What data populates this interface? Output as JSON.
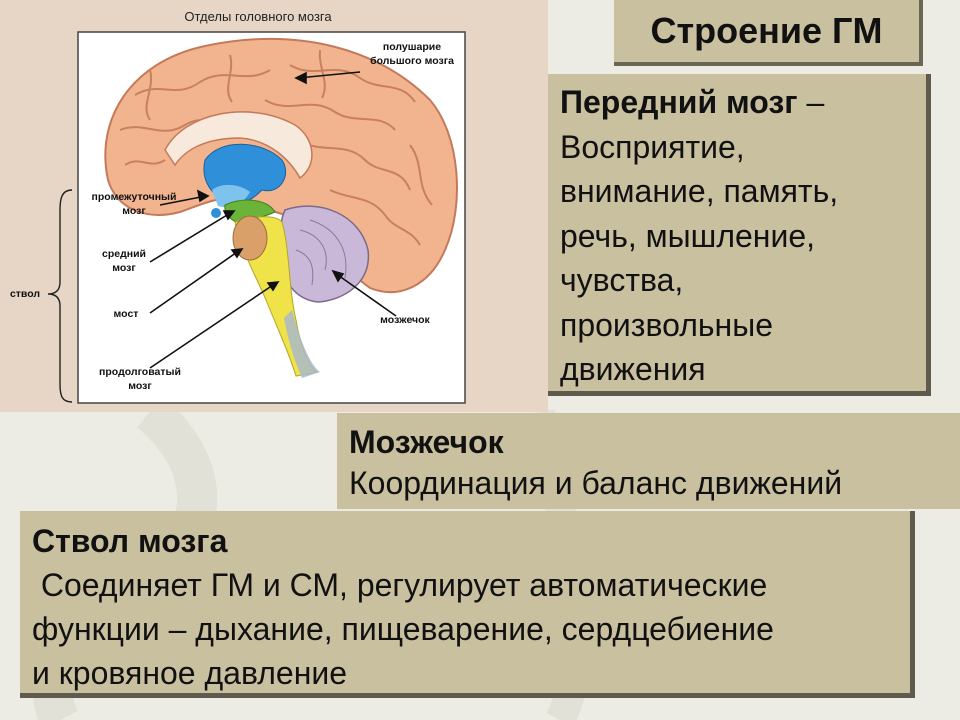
{
  "diagram": {
    "caption": "Отделы головного мозга",
    "labels": {
      "hemisphere": [
        "полушарие",
        "большого мозга"
      ],
      "diencephalon": [
        "промежуточный",
        "мозг"
      ],
      "midbrain": [
        "средний",
        "мозг"
      ],
      "pons": "мост",
      "medulla": [
        "продолговатый",
        "мозг"
      ],
      "cerebellum": "мозжечок",
      "stem": "ствол"
    },
    "colors": {
      "cortex": "#f2b48f",
      "ventricle": "#2f8fd8",
      "brainstem": "#f0e34a",
      "midbrain": "#6bb43a",
      "pons": "#d9a06a",
      "cerebellum": "#c9b8d8",
      "medulla": "#a9b8c9"
    }
  },
  "title": "Строение ГМ",
  "forebrain": {
    "heading": "Передний мозг",
    "dash": " –",
    "lines": [
      "Восприятие,",
      "внимание, память,",
      "речь, мышление,",
      "чувства,",
      "произвольные",
      "движения"
    ]
  },
  "cerebellum": {
    "heading": "Мозжечок",
    "text": "Координация и баланс движений"
  },
  "brainstem": {
    "heading": "Ствол мозга",
    "text": " Соединяет ГМ и СМ, регулирует автоматические\nфункции – дыхание, пищеварение, сердцебиение\nи кровяное давление"
  }
}
